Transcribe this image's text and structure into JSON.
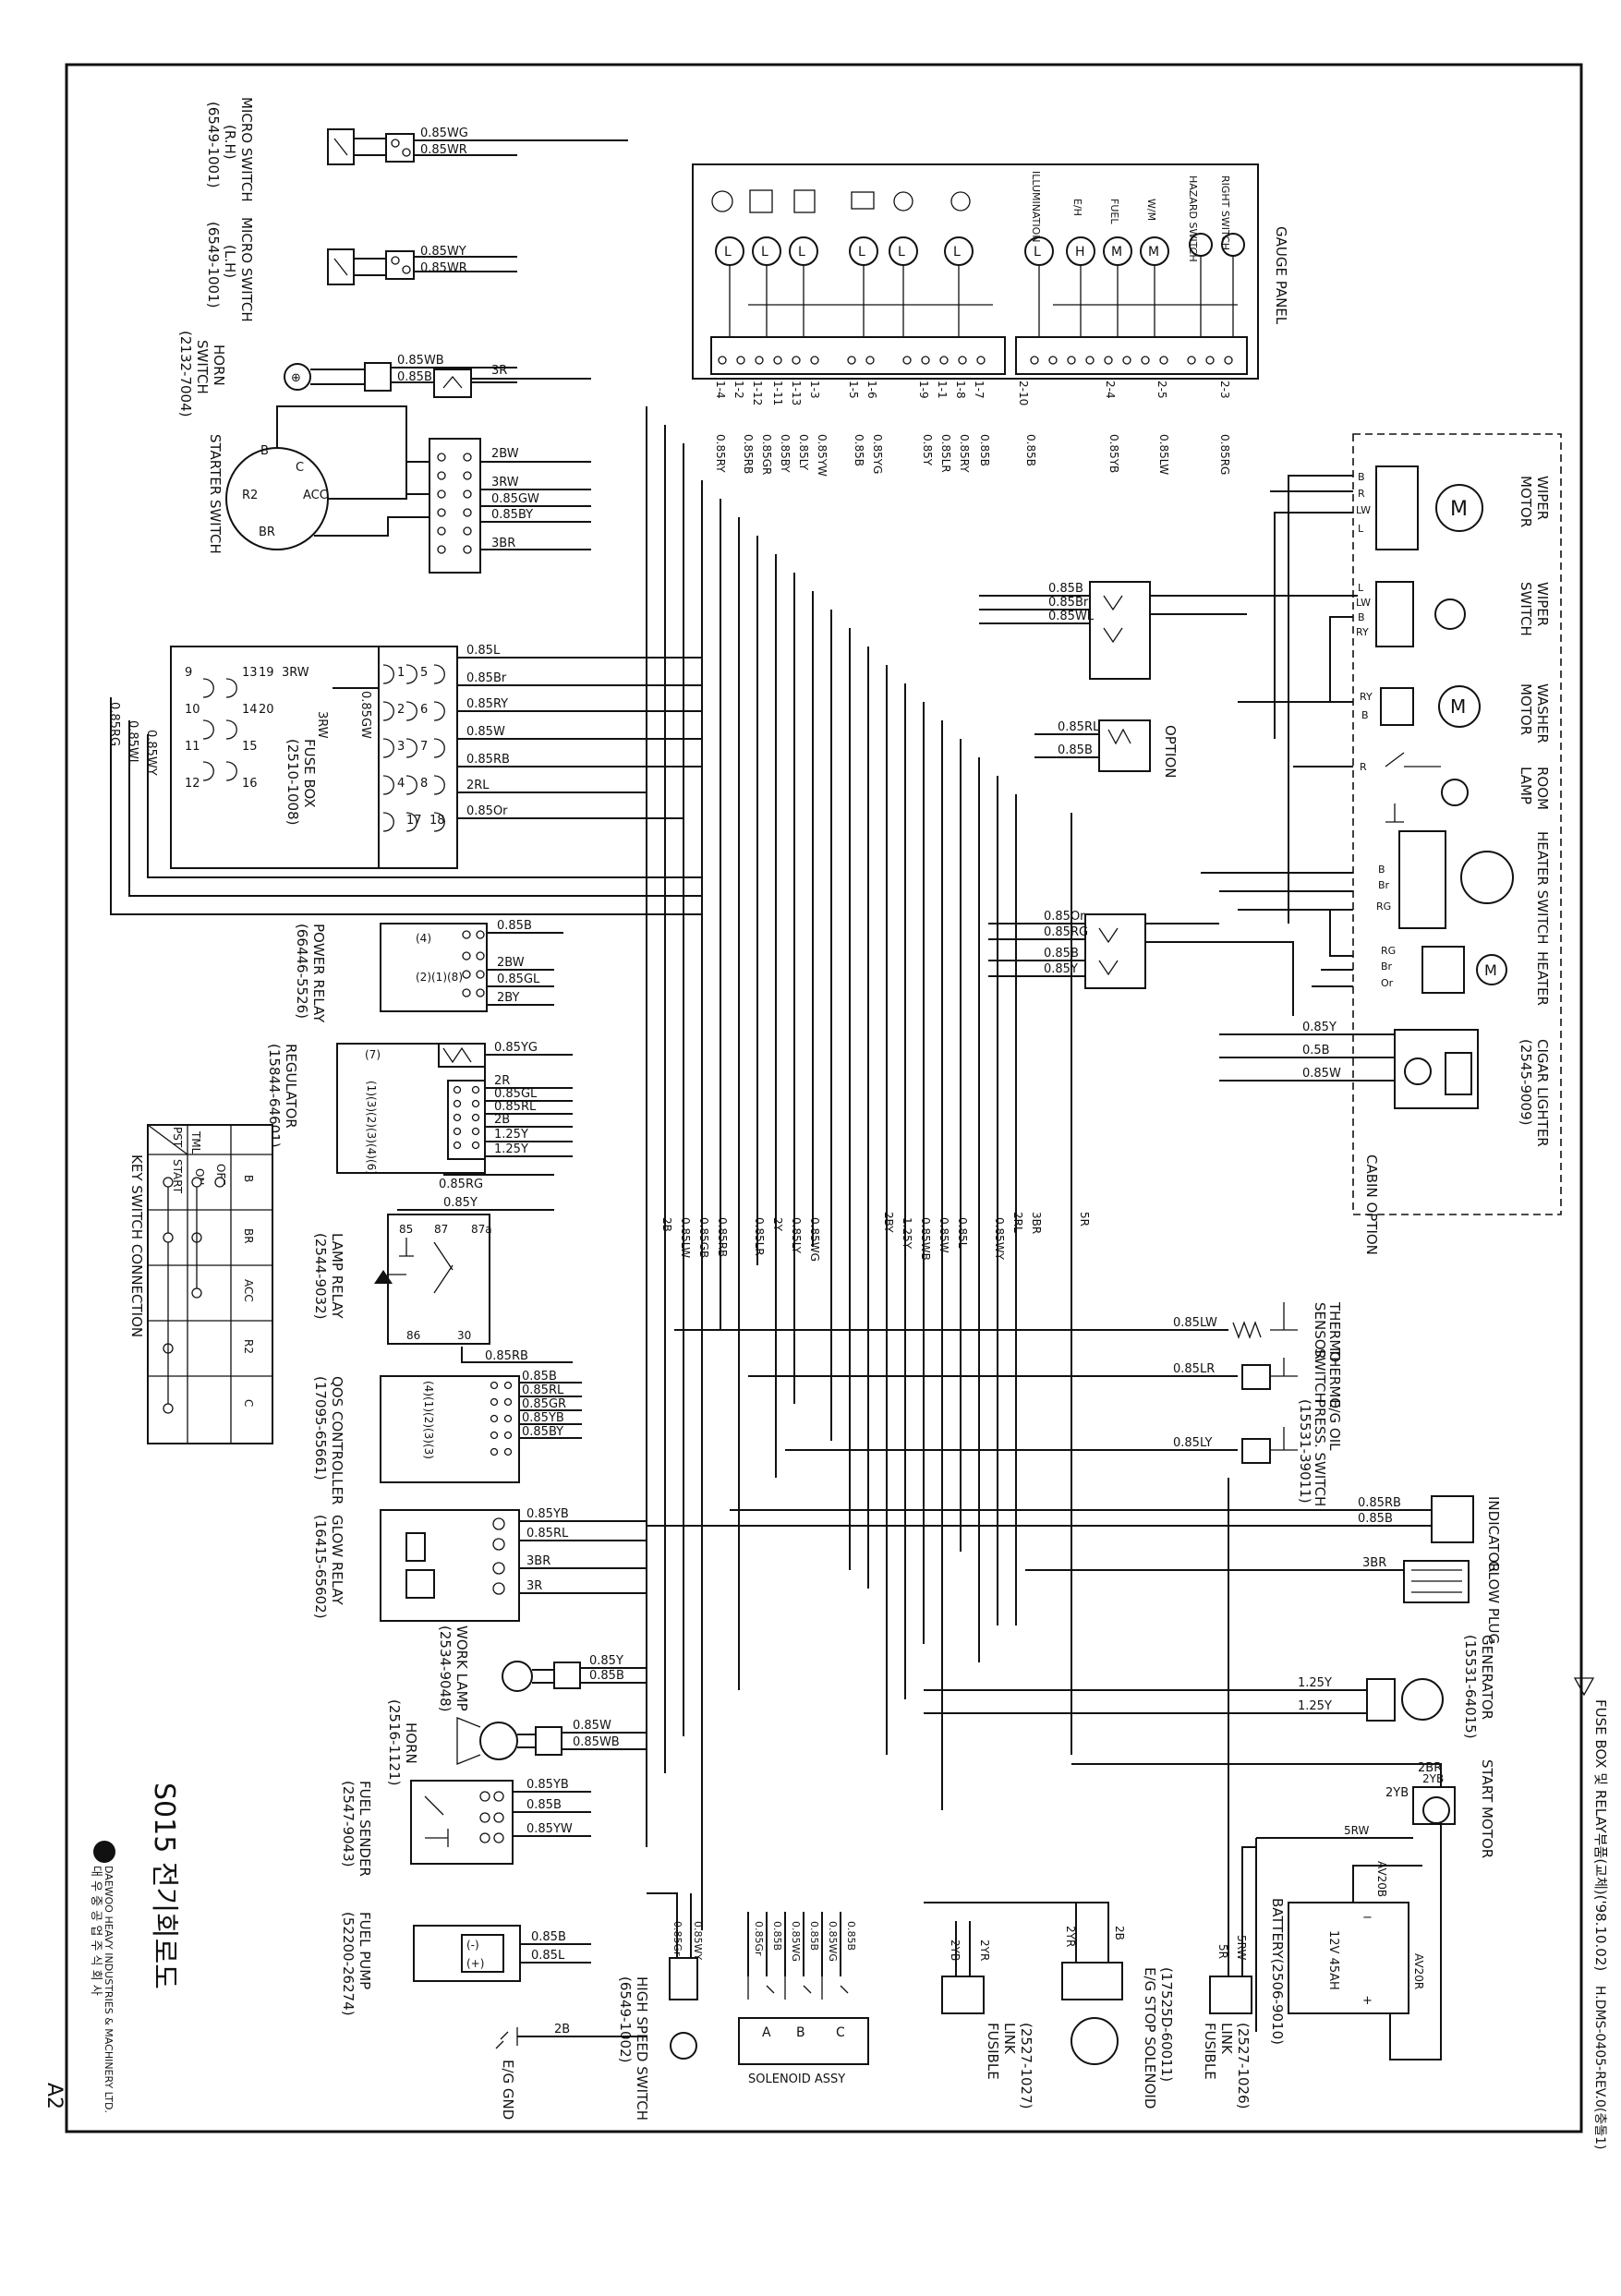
{
  "document": {
    "title": "S015 전기회로도",
    "page_label": "A2",
    "company_name": "DAEWOO HEAVY INDUSTRIES & MACHINERY LTD.",
    "company_korean": "대 우 중 공 업 주 식 회 사",
    "revision": "H.DMS-0405-REV.0(충돌1)",
    "note": "FUSE BOX 및 RELAY부품(교체)('98.10.02)"
  },
  "panels": {
    "gauge_panel": "GAUGE PANEL",
    "cabin_option": "CABIN OPTION",
    "key_switch_connection": "KEY SWITCH CONNECTION",
    "option": "OPTION"
  },
  "gauge_indicators": [
    "L",
    "L",
    "L",
    "L",
    "L",
    "L",
    "L",
    "H",
    "M",
    "M"
  ],
  "gauge_labels": [
    "ILLUMINATION",
    "E/H",
    "FUEL",
    "W/M",
    "HAZARD SWITCH",
    "RIGHT SWITCH"
  ],
  "gauge_pins_left": [
    "1-4",
    "1-2",
    "1-12",
    "1-11",
    "1-13",
    "1-3",
    "1-5",
    "1-6",
    "1-9",
    "1-1",
    "1-8",
    "1-7"
  ],
  "gauge_pins_right": [
    "2-10",
    "2-4",
    "2-5",
    "2-3"
  ],
  "gauge_wires": [
    "0.85RY",
    "0.85RB",
    "0.85GR",
    "0.85BY",
    "0.85LY",
    "0.85YW",
    "0.85B",
    "0.85YG",
    "0.85Y",
    "0.85LR",
    "0.85RY",
    "0.85B",
    "0.85B",
    "0.85YB",
    "0.85LW",
    "0.85RG"
  ],
  "components": {
    "micro_switch_rh": [
      "MICRO SWITCH",
      "(R.H)",
      "(6549-1001)"
    ],
    "micro_switch_lh": [
      "MICRO SWITCH",
      "(L.H)",
      "(6549-1001)"
    ],
    "horn_switch": [
      "HORN",
      "SWITCH",
      "(2132-7004)"
    ],
    "starter_switch": "STARTER SWITCH",
    "fuse_box": [
      "FUSE BOX",
      "(2510-1008)"
    ],
    "power_relay": [
      "POWER RELAY",
      "(66446-5526)"
    ],
    "regulator": [
      "REGULATOR",
      "(15844-64601)"
    ],
    "lamp_relay": [
      "LAMP RELAY",
      "(2544-9032)"
    ],
    "qos_controller": [
      "QOS CONTROLLER",
      "(17095-65661)"
    ],
    "glow_relay": [
      "GLOW RELAY",
      "(16415-65602)"
    ],
    "work_lamp": [
      "WORK LAMP",
      "(2534-9048)"
    ],
    "horn": [
      "HORN",
      "(2516-1121)"
    ],
    "fuel_sender": [
      "FUEL SENDER",
      "(2547-9043)"
    ],
    "fuel_pump": [
      "FUEL PUMP",
      "(52200-26274)"
    ],
    "high_speed_switch": [
      "HIGH SPEED SWITCH",
      "(6549-1002)"
    ],
    "solenoid_assy": "SOLENOID ASSY",
    "eg_gnd": "E/G GND",
    "fusible_link_1": [
      "FUSIBLE",
      "LINK",
      "(2527-1027)"
    ],
    "eg_stop_solenoid": [
      "E/G STOP SOLENOID",
      "(17525D-60011)"
    ],
    "fusible_link_2": [
      "FUSIBLE",
      "LINK",
      "(2527-1026)"
    ],
    "battery": [
      "BATTERY(2506-9010)",
      "12V  45AH"
    ],
    "start_motor": "START MOTOR",
    "generator": [
      "GENERATOR",
      "(15531-64015)"
    ],
    "glow_plug": "GLOW PLUG",
    "indicator": "INDICATOR",
    "eg_oil_press_switch": [
      "E/G OIL",
      "PRESS. SWITCH",
      "(15531-39011)"
    ],
    "thermo_switch": [
      "THERMO",
      "SWITCH"
    ],
    "thermo_sensor": [
      "THERMO",
      "SENSOR"
    ],
    "cigar_lighter": [
      "CIGAR LIGHTER",
      "(2545-9009)"
    ],
    "heater": "HEATER",
    "heater_switch": "HEATER SWITCH",
    "room_lamp": [
      "ROOM",
      "LAMP"
    ],
    "washer_motor": [
      "WASHER",
      "MOTOR"
    ],
    "wiper_switch": [
      "WIPER",
      "SWITCH"
    ],
    "wiper_motor": [
      "WIPER",
      "MOTOR"
    ]
  },
  "key_switch_table": {
    "headers": [
      "TML",
      "B",
      "BR",
      "ACC",
      "R2",
      "C"
    ],
    "corner": "PST",
    "rows": [
      "OFF",
      "ON",
      "START"
    ]
  },
  "wire_labels": {
    "micro_rh": [
      "0.85WG",
      "0.85WR"
    ],
    "micro_lh": [
      "0.85WY",
      "0.85WR"
    ],
    "horn_sw": [
      "0.85WB",
      "0.85B"
    ],
    "starter": [
      "3R",
      "2BW",
      "3RW",
      "0.85GW",
      "0.85BY",
      "3BR"
    ],
    "fuse_box_right": [
      "0.85L",
      "0.85Br",
      "0.85RY",
      "0.85W",
      "0.85RB",
      "2RL",
      "0.85Or"
    ],
    "fuse_box_left": [
      "3RW",
      "3RW",
      "0.85GW",
      "0.85RG",
      "0.85WL",
      "0.85WY"
    ],
    "fuse_numbers_top": [
      "1",
      "2",
      "3",
      "4",
      "5",
      "6",
      "7",
      "8"
    ],
    "fuse_numbers_bottom": [
      "9",
      "10",
      "11",
      "12",
      "13",
      "14",
      "15",
      "16",
      "17",
      "18",
      "19",
      "20"
    ],
    "power_relay": [
      "0.85B",
      "2BW",
      "0.85GL",
      "2BY"
    ],
    "regulator": [
      "0.85YG",
      "2R",
      "0.85GL",
      "0.85RL",
      "2B",
      "1.25Y",
      "1.25Y",
      "0.85RG"
    ],
    "lamp_relay": [
      "0.85Y",
      "85",
      "87",
      "87a",
      "86",
      "30",
      "0.85RB"
    ],
    "qos": [
      "0.85B",
      "0.85RL",
      "0.85GR",
      "0.85YB",
      "0.85BY"
    ],
    "glow": [
      "0.85YB",
      "0.85RL",
      "3BR",
      "3R"
    ],
    "work_lamp": [
      "0.85Y",
      "0.85B"
    ],
    "horn": [
      "0.85W",
      "0.85WB"
    ],
    "fuel_sender": [
      "0.85YB",
      "0.85B",
      "0.85YW"
    ],
    "fuel_pump": [
      "0.85B",
      "0.85L",
      "(-)",
      "(+)"
    ],
    "high_speed": [
      "0.85Gr",
      "0.85WY"
    ],
    "solenoid": [
      "0.85Gr",
      "0.85B",
      "0.85WG",
      "0.85B",
      "0.85WG",
      "0.85B",
      "A",
      "B",
      "C"
    ],
    "eg_gnd": "2B",
    "fusible1": [
      "2YB",
      "2YR"
    ],
    "stop_sol": [
      "2YR",
      "2B"
    ],
    "fusible2": [
      "5R",
      "5RW"
    ],
    "battery": [
      "AV20B",
      "AV20R",
      "5RW",
      "2YB"
    ],
    "start_motor": [
      "2BR",
      "2YB"
    ],
    "generator": [
      "1.25Y",
      "1.25Y"
    ],
    "glow_plug": "3BR",
    "indicator": [
      "0.85RB",
      "0.85B"
    ],
    "oil_press": "0.85LY",
    "thermo_switch": "0.85LR",
    "thermo_sensor": "0.85LW",
    "middle_bus": [
      "2B",
      "0.85LW",
      "0.85GB",
      "0.85RB",
      "0.85LR",
      "2Y",
      "0.85LY",
      "0.85WG",
      "2BY",
      "1.25Y",
      "0.85WB",
      "0.85W",
      "0.85L",
      "2RL",
      "0.85WY",
      "3BR",
      "5R"
    ],
    "relay_top": [
      "0.85B",
      "0.85Br",
      "0.85WL"
    ],
    "option": [
      "0.85RL",
      "0.85B"
    ],
    "relay_mid": [
      "0.85Or",
      "0.85RG",
      "0.85B",
      "0.85Y"
    ],
    "cigar": [
      "0.85Y",
      "0.5B",
      "0.85W"
    ],
    "wiper_motor": [
      "B",
      "R",
      "LW",
      "L"
    ],
    "wiper_switch": [
      "L",
      "LW",
      "B",
      "RY"
    ],
    "washer": [
      "RY",
      "B"
    ],
    "room_lamp": "R",
    "heater_switch": [
      "B",
      "Br",
      "RG"
    ],
    "heater": [
      "RG",
      "Br",
      "Or"
    ]
  }
}
